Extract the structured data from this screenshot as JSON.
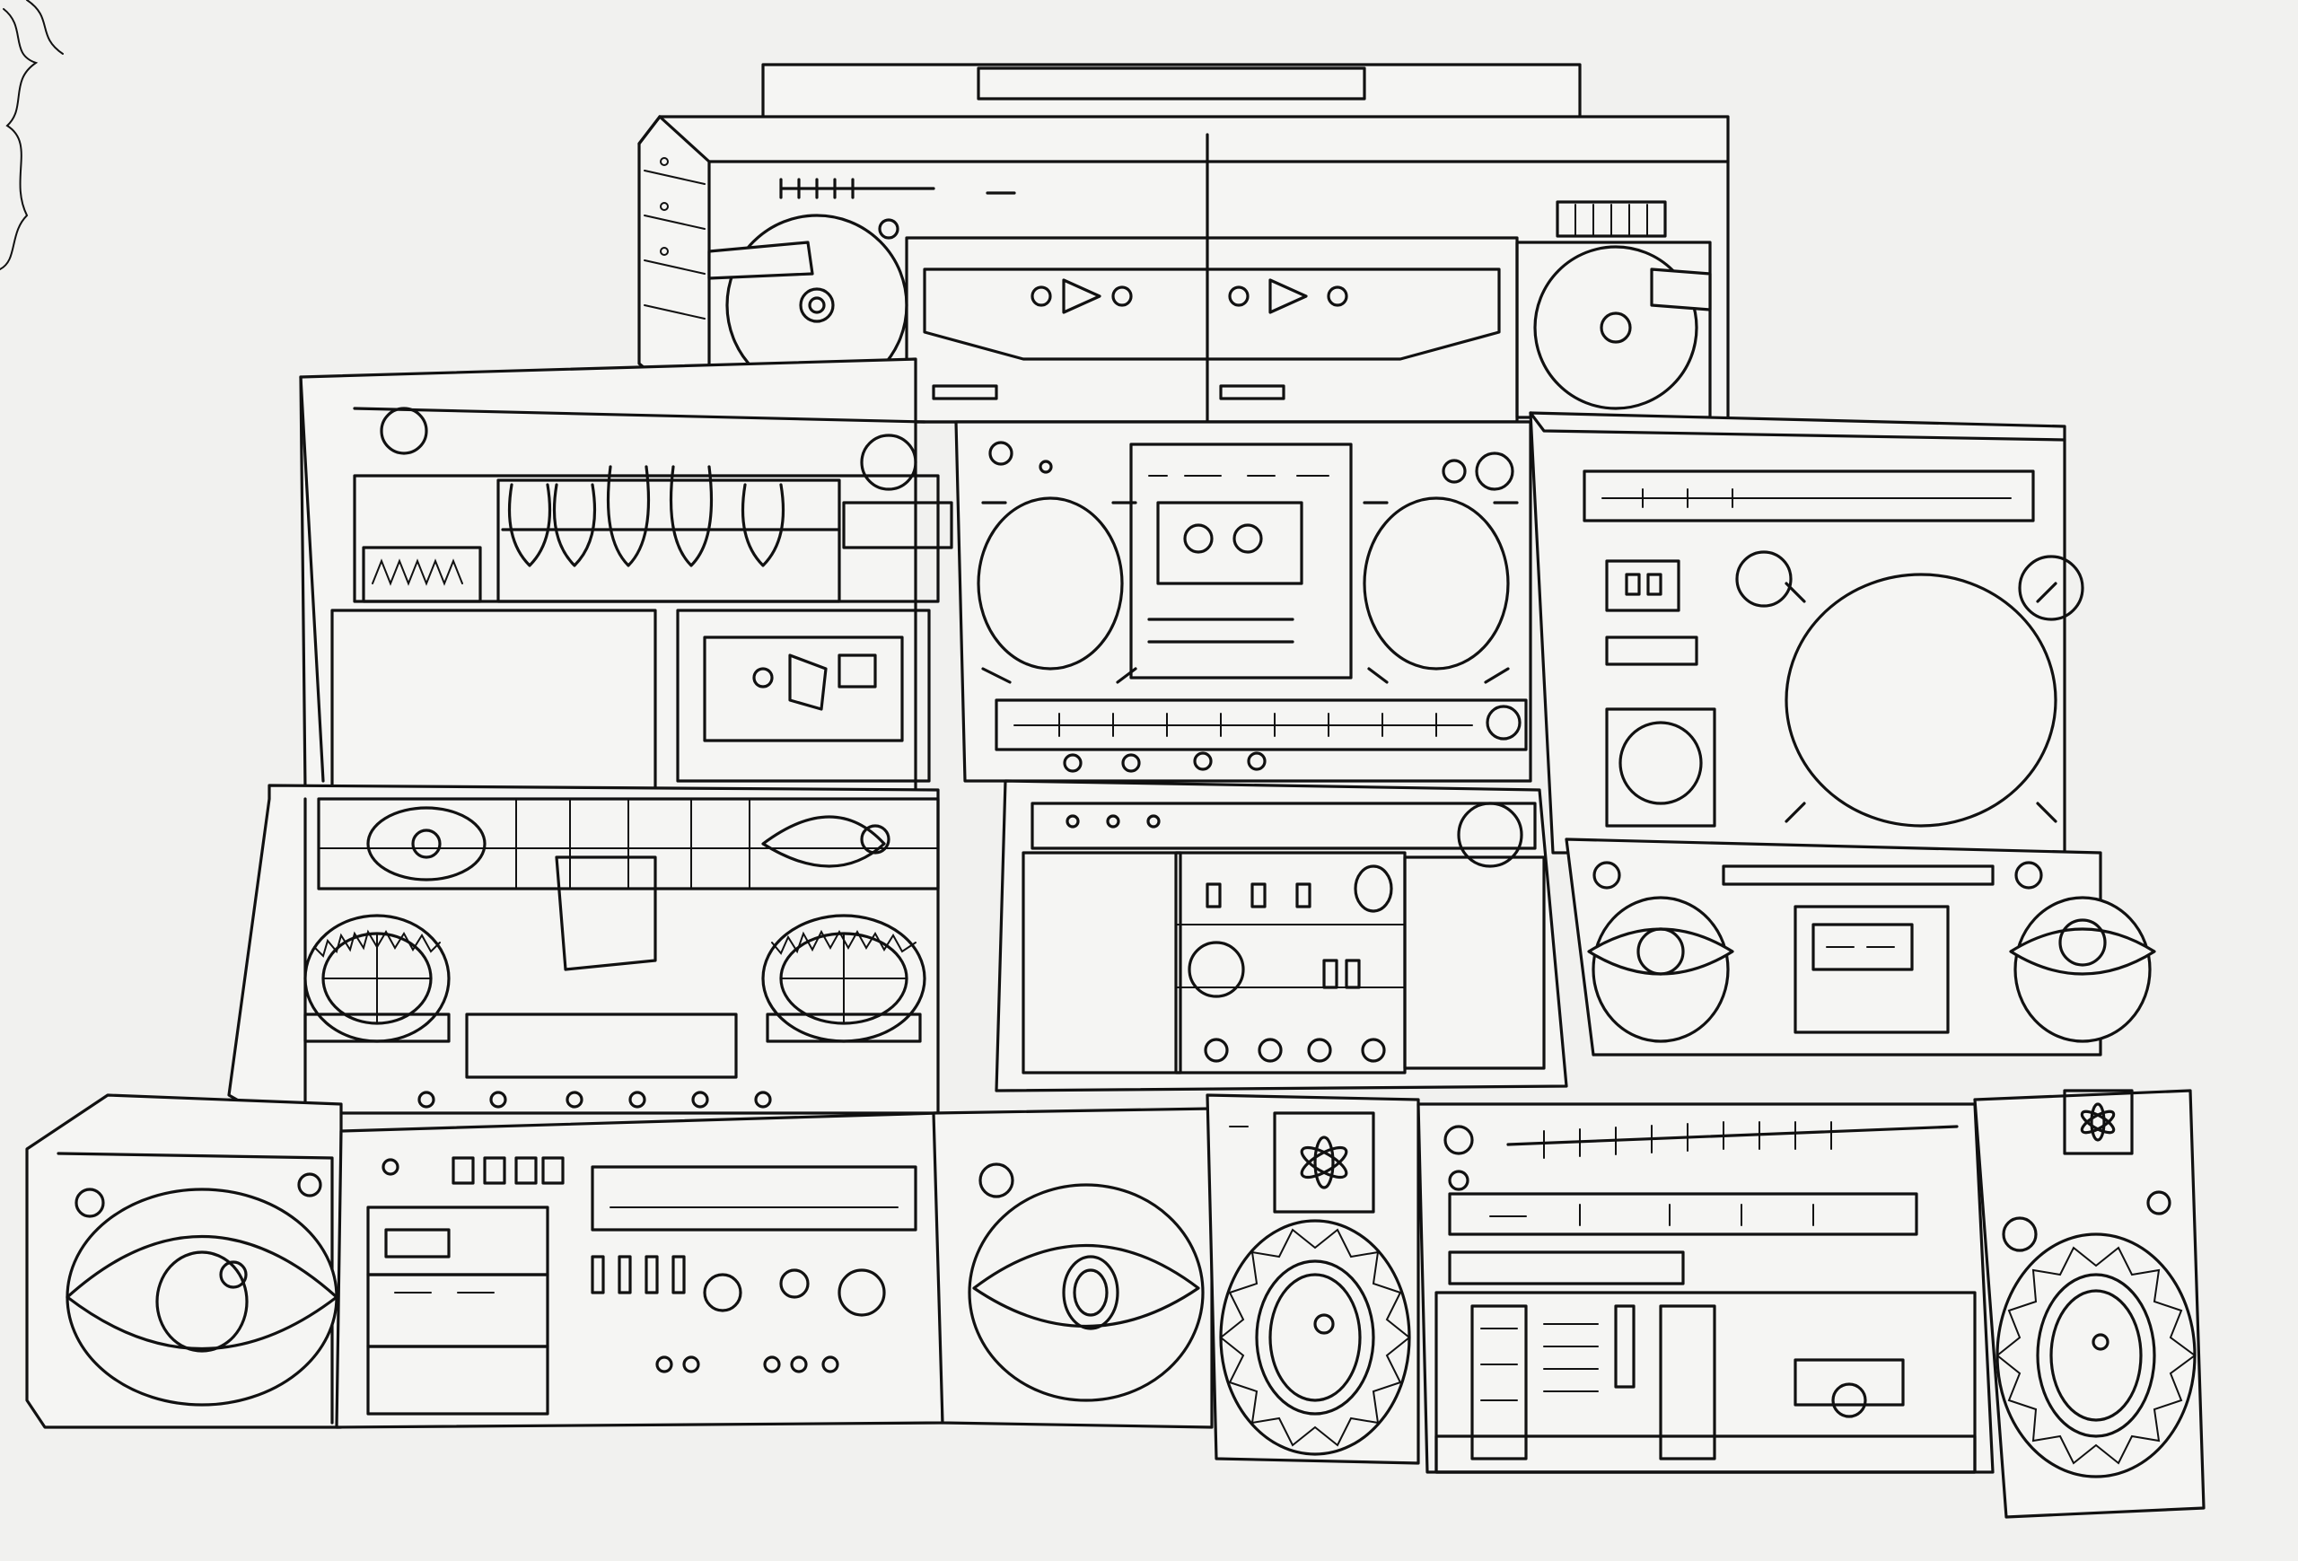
{
  "image": {
    "subject": "ink-drawing",
    "colors": {
      "paper": "#f1f1ef",
      "ink": "#111111"
    }
  },
  "objects": [
    {
      "kind": "boombox",
      "count": 1,
      "icon": "boombox-large-icon"
    },
    {
      "kind": "stereo-unit",
      "count": 9,
      "icon": "stereo-icon"
    },
    {
      "kind": "speaker-box",
      "count": 4,
      "icon": "speaker-icon"
    }
  ]
}
